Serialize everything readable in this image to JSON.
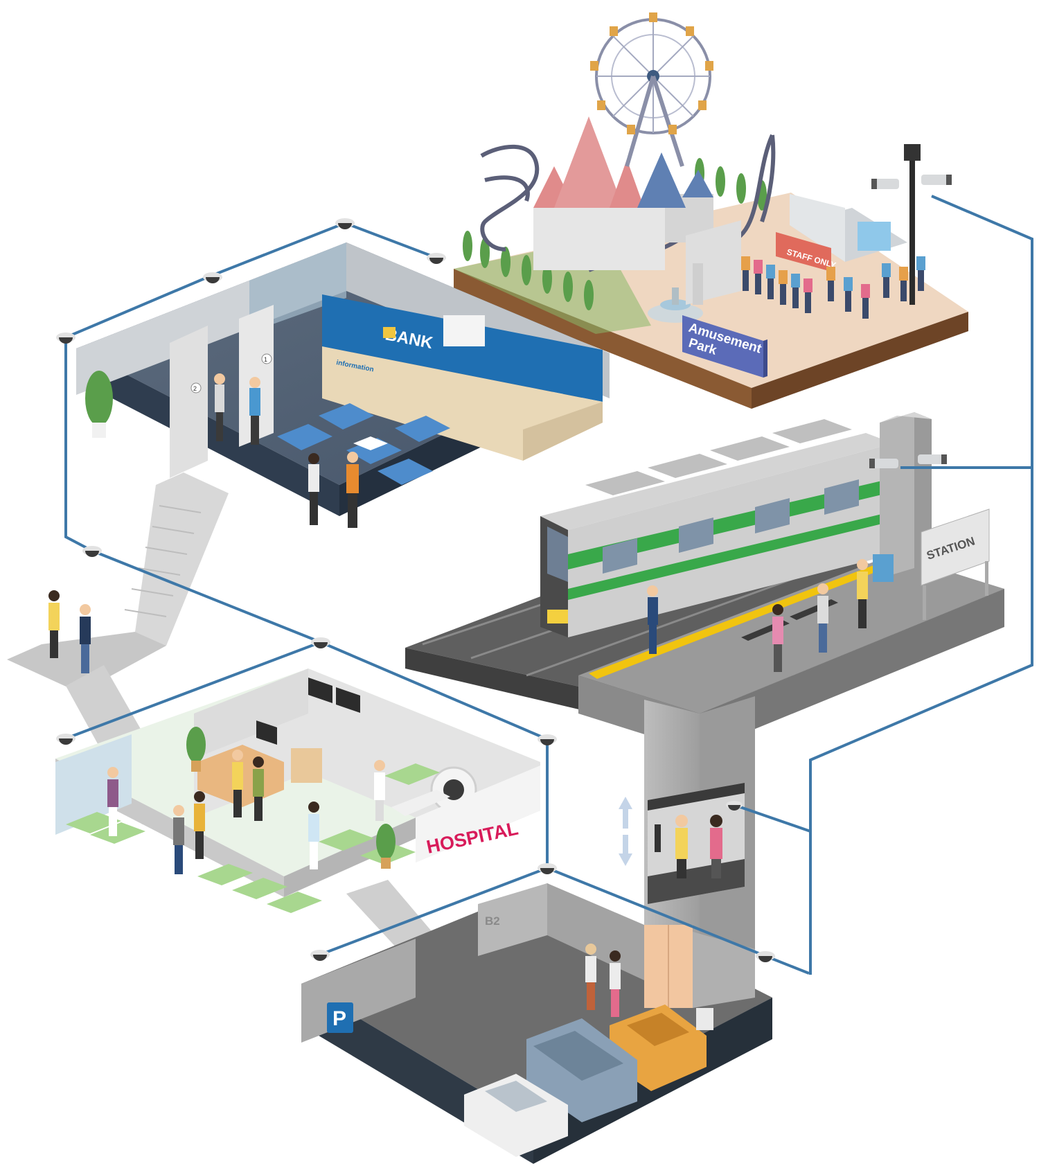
{
  "scene": {
    "areas": {
      "amusement_park": {
        "sign_line1": "Amusement",
        "sign_line2": "Park",
        "staff_sign": "STAFF ONLY"
      },
      "bank": {
        "sign": "BANK",
        "counter_label": "information",
        "booth_numbers": [
          "1",
          "2"
        ]
      },
      "station": {
        "sign": "STATION"
      },
      "hospital": {
        "sign": "HOSPITAL"
      },
      "parking": {
        "level_label": "B2",
        "sign": "P"
      }
    },
    "icons": {
      "camera": "dome-camera-icon",
      "bullet_camera": "bullet-camera-icon",
      "network": "network-line"
    },
    "colors": {
      "network_line": "#3e78a8",
      "bank_band": "#1f6fb2",
      "hospital_text": "#d81b5a",
      "station_stripe": "#39a84a",
      "amusement_sign": "#5b6bb8",
      "parking_sign": "#1f6fb2"
    }
  }
}
